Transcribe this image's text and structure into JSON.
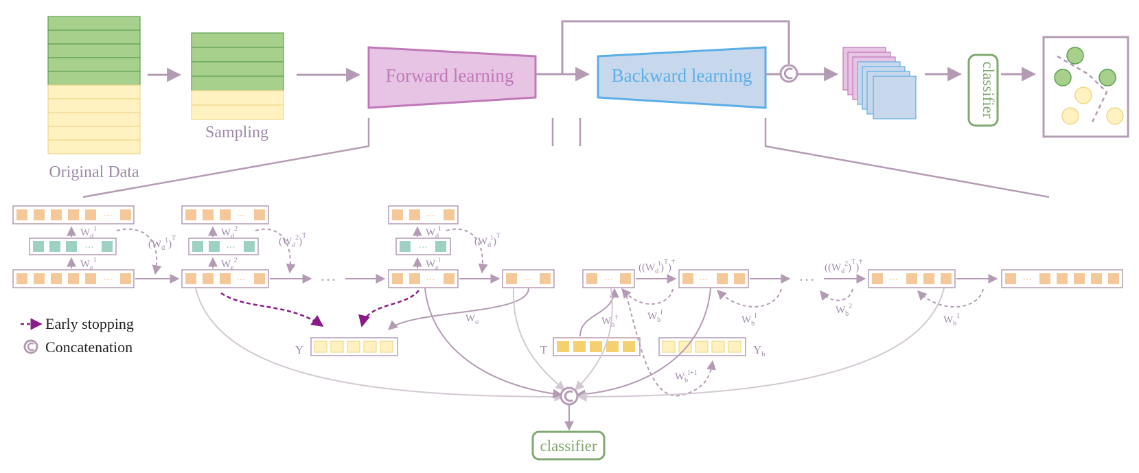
{
  "top": {
    "original_data": "Original Data",
    "sampling": "Sampling",
    "forward_learning": "Forward learning",
    "backward_learning": "Backward learning",
    "classifier": "classifier"
  },
  "legend": {
    "early_stopping": "Early stopping",
    "concatenation": "Concatenation"
  },
  "detail": {
    "ellipsis": "···",
    "dots": "• • •",
    "y_label": "Y",
    "t_label": "T",
    "yb_label": "Y",
    "yb_sub": "b",
    "classifier": "classifier",
    "wd1_base": "W",
    "wd1_sub": "d",
    "wd1_sup": "1",
    "we1_base": "W",
    "we1_sub": "e",
    "we1_sup": "1",
    "wd2_base": "W",
    "wd2_sub": "d",
    "wd2_sup": "2",
    "we2_base": "W",
    "we2_sub": "e",
    "we2_sup": "2",
    "wdl_base": "W",
    "wdl_sub": "d",
    "wdl_sup": "l",
    "wel_base": "W",
    "wel_sub": "e",
    "wel_sup": "l",
    "wd1T_base": "(W",
    "wd1T_sub": "d",
    "wd1T_sup": "1",
    "wd1T_tail": ")",
    "wd1T_tsup": "T",
    "wd2T_base": "(W",
    "wd2T_sub": "d",
    "wd2T_sup": "2",
    "wd2T_tail": ")",
    "wd2T_tsup": "T",
    "wdlT_base": "(W",
    "wdlT_sub": "d",
    "wdlT_sup": "l",
    "wdlT_tail": ")",
    "wdlT_tsup": "T",
    "wo_base": "W",
    "wo_sub": "o",
    "wodag_base": "W",
    "wodag_sub": "o",
    "wodag_sup": "†",
    "wbl_base": "W",
    "wbl_sub": "b",
    "wbl_sup": "l",
    "wbl1_base": "W",
    "wbl1_sub": "b",
    "wbl1_sup": "l+1",
    "wb2_base": "W",
    "wb2_sub": "b",
    "wb2_sup": "2",
    "wb1_base": "W",
    "wb1_sub": "b",
    "wb1_sup": "1",
    "wdlTdag_base": "((W",
    "wdlTdag_sub": "d",
    "wdlTdag_sup": "l",
    "wdlTdag_tail": ")",
    "wdlTdag_tsup": "T",
    "wdlTdag_end": ")",
    "wdlTdag_esup": "†",
    "wd2Tdag_base": "((W",
    "wd2Tdag_sub": "d",
    "wd2Tdag_sup": "2",
    "wd2Tdag_tail": ")",
    "wd2Tdag_tsup": "T",
    "wd2Tdag_end": ")",
    "wd2Tdag_esup": "†"
  },
  "colors": {
    "line": "#b49bb4",
    "light_line": "#d2c8d2",
    "green_fill": "#a8d08d",
    "green_stroke": "#5aa050",
    "yellow_fill": "#fff2c0",
    "yellow_stroke": "#efd88a",
    "pink_fill": "#e8c4e4",
    "pink_stroke": "#c078b8",
    "blue_fill": "#c8d8ec",
    "blue_stroke": "#5aaee6",
    "orange_cell": "#f5c89a",
    "teal_cell": "#9ed0c4",
    "gold_cell": "#f5d070",
    "purple_arrow": "#8a1a8a",
    "classifier_stroke": "#80a870",
    "text_muted": "#a089a8"
  }
}
